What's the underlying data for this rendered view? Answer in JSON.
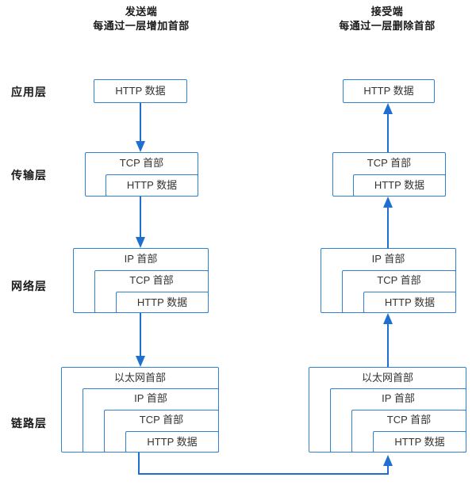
{
  "headers": {
    "left": {
      "line1": "发送端",
      "line2": "每通过一层增加首部"
    },
    "right": {
      "line1": "接受端",
      "line2": "每通过一层删除首部"
    }
  },
  "rows": [
    {
      "key": "application",
      "label": "应用层"
    },
    {
      "key": "transport",
      "label": "传输层"
    },
    {
      "key": "network",
      "label": "网络层"
    },
    {
      "key": "link",
      "label": "链路层"
    }
  ],
  "labels": {
    "http_data": "HTTP 数据",
    "tcp_header": "TCP 首部",
    "ip_header": "IP 首部",
    "eth_header": "以太网首部"
  },
  "sender": {
    "application": [
      "HTTP 数据"
    ],
    "transport": [
      "TCP 首部",
      "HTTP 数据"
    ],
    "network": [
      "IP 首部",
      "TCP 首部",
      "HTTP 数据"
    ],
    "link": [
      "以太网首部",
      "IP 首部",
      "TCP 首部",
      "HTTP 数据"
    ]
  },
  "receiver": {
    "application": [
      "HTTP 数据"
    ],
    "transport": [
      "TCP 首部",
      "HTTP 数据"
    ],
    "network": [
      "IP 首部",
      "TCP 首部",
      "HTTP 数据"
    ],
    "link": [
      "以太网首部",
      "IP 首部",
      "TCP 首部",
      "HTTP 数据"
    ]
  },
  "colors": {
    "box_border": "#3080d0",
    "arrow": "#1f6fd0",
    "text": "#333333",
    "label_text": "#1a1a1a",
    "background": "#ffffff"
  },
  "flow": {
    "sender_direction": "down",
    "receiver_direction": "up",
    "bottom_link": "sender-link-layer to receiver-link-layer"
  }
}
